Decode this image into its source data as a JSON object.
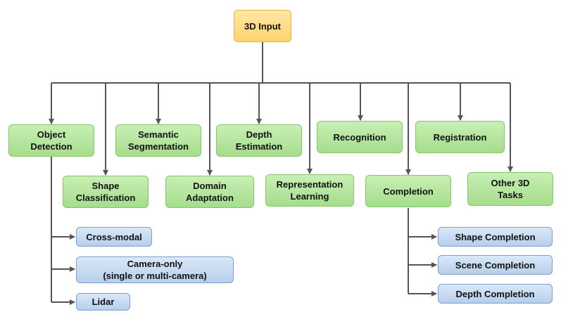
{
  "root": "3D Input",
  "tasks": {
    "object_detection": "Object\nDetection",
    "shape_classification": "Shape\nClassification",
    "semantic_segmentation": "Semantic\nSegmentation",
    "domain_adaptation": "Domain\nAdaptation",
    "depth_estimation": "Depth\nEstimation",
    "representation_learning": "Representation\nLearning",
    "recognition": "Recognition",
    "completion": "Completion",
    "registration": "Registration",
    "other_tasks": "Other 3D\nTasks"
  },
  "detection_sub": {
    "cross_modal": "Cross-modal",
    "camera_only": "Camera-only\n(single or multi-camera)",
    "lidar": "Lidar"
  },
  "completion_sub": {
    "shape": "Shape Completion",
    "scene": "Scene Completion",
    "depth": "Depth Completion"
  },
  "colors": {
    "root_fill": "#fcd46d",
    "task_fill": "#a5dd8c",
    "sub_fill": "#b6cfec",
    "line": "#555555"
  }
}
